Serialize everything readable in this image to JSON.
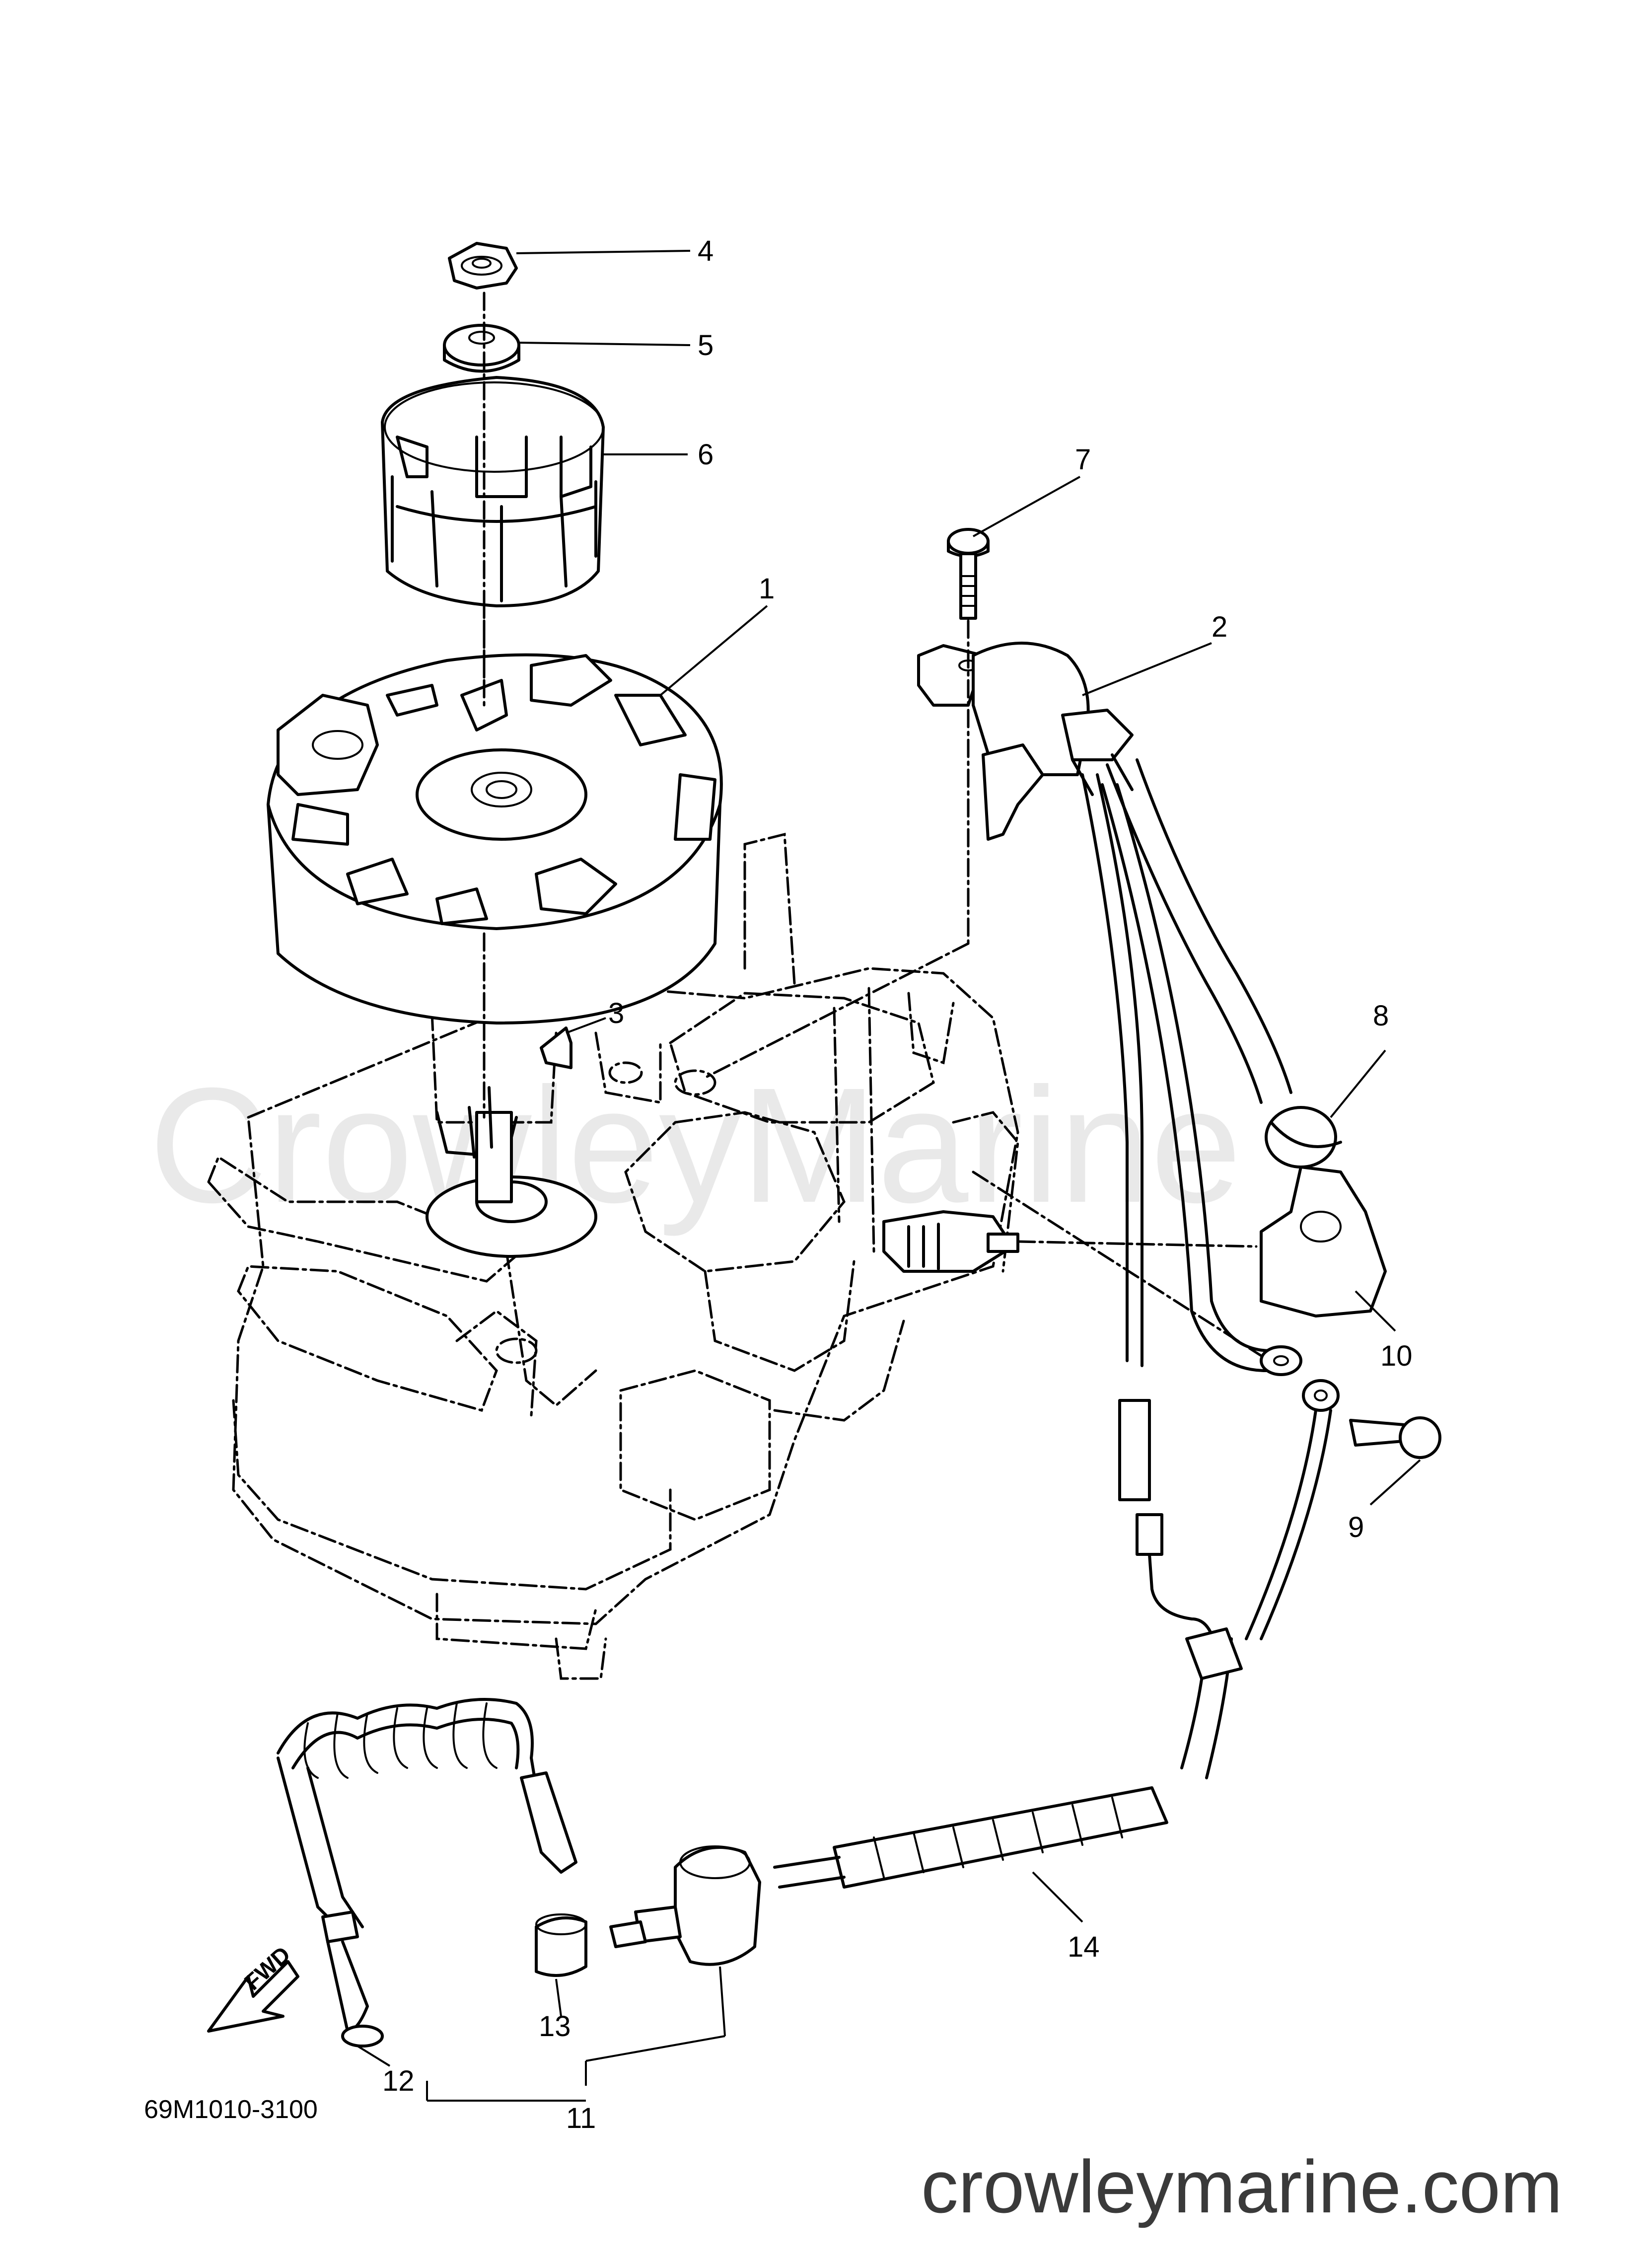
{
  "watermark": "CrowleyMarine",
  "site_url": "crowleymarine.com",
  "diagram_code": "69M1010-3100",
  "fwd_label": "FWD",
  "callouts": {
    "c1": "1",
    "c2": "2",
    "c3": "3",
    "c4": "4",
    "c5": "5",
    "c6": "6",
    "c7": "7",
    "c8": "8",
    "c9": "9",
    "c10": "10",
    "c11": "11",
    "c12": "12",
    "c13": "13",
    "c14": "14"
  }
}
